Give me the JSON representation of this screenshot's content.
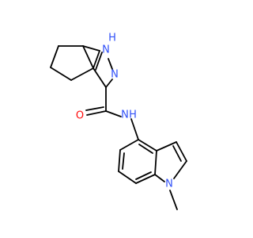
{
  "structure": {
    "atoms": {
      "nh": "H",
      "n_pyrazole_1": "N",
      "n_pyrazole_2": "N",
      "carbonyl_o": "O",
      "amide_n": "N",
      "amide_h": "H",
      "indole_n": "N"
    },
    "colors": {
      "bond": "#000000",
      "nitrogen": "#3050F8",
      "oxygen": "#FF0D0D"
    }
  }
}
